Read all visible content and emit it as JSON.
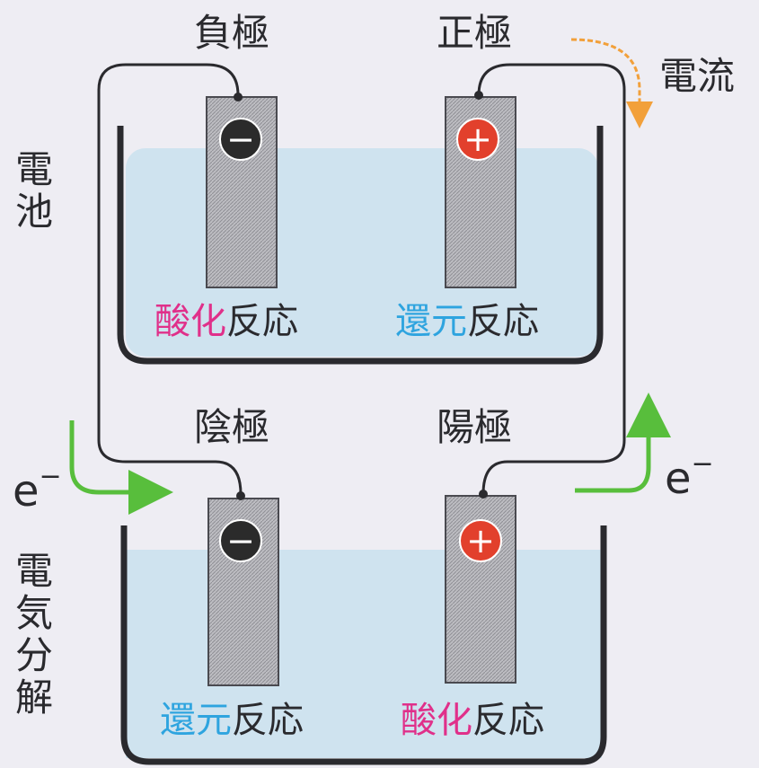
{
  "battery": {
    "title": "電池",
    "negative_label": "負極",
    "positive_label": "正極",
    "negative_sign": "−",
    "positive_sign": "+",
    "left_reaction": {
      "prefix": "酸化",
      "suffix": "反応"
    },
    "right_reaction": {
      "prefix": "還元",
      "suffix": "反応"
    }
  },
  "electrolysis": {
    "title": "電気分解",
    "cathode_label": "陰極",
    "anode_label": "陽極",
    "cathode_sign": "−",
    "anode_sign": "+",
    "left_reaction": {
      "prefix": "還元",
      "suffix": "反応"
    },
    "right_reaction": {
      "prefix": "酸化",
      "suffix": "反応"
    }
  },
  "current_label": "電流",
  "electron_left": {
    "base": "e",
    "sup": "−"
  },
  "electron_right": {
    "base": "e",
    "sup": "−"
  },
  "colors": {
    "oxidation": "#e0308a",
    "reduction": "#2ea4df",
    "current_arrow": "#f2a03a",
    "electron_arrow": "#58be3c",
    "electrolyte": "#cfe3ef",
    "negative_terminal": "#2b2b2b",
    "positive_terminal": "#e2402c"
  }
}
